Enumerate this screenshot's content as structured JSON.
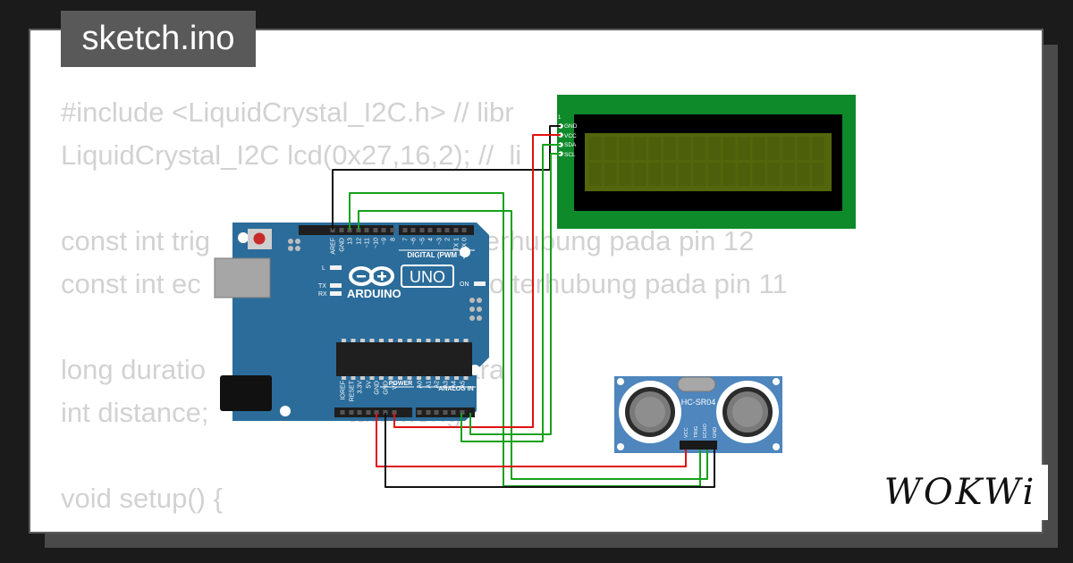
{
  "editor": {
    "file_tab": "sketch.ino",
    "code_lines": [
      "#include <LiquidCrystal_I2C.h> // libr",
      "LiquidCrystal_I2C lcd(0x27,16,2); //  li",
      "",
      "const int trig                   larasi trig terhubung pada pin 12",
      "const int ec                      larasi echo terhubung pada pin 11",
      "",
      "long duratio                     urasi suara",
      "int distance;                  tuk meng",
      "",
      "void setup() {",
      "  // ..."
    ]
  },
  "arduino": {
    "digital_label": "DIGITAL (PWM ~)",
    "model": "UNO",
    "brand": "ARDUINO",
    "on_label": "ON",
    "l_label": "L",
    "tx_label": "TX",
    "rx_label": "RX",
    "power_label": "POWER",
    "analog_label": "ANALOG IN",
    "top_pins": [
      "AREF",
      "GND",
      "13",
      "12",
      "~11",
      "~10",
      "~9",
      "8",
      "7",
      "~6",
      "~5",
      "4",
      "~3",
      "2",
      "TX 1",
      "RX 0"
    ],
    "bottom_pins": [
      "IOREF",
      "RESET",
      "3.3V",
      "5V",
      "GND",
      "GND",
      "Vin",
      "A0",
      "A1",
      "A2",
      "A3",
      "A4",
      "A5"
    ]
  },
  "lcd": {
    "pins": [
      "GND",
      "VCC",
      "SDA",
      "SCL"
    ],
    "pin_one": "1"
  },
  "sensor": {
    "model": "HC-SR04",
    "pins": [
      "VCC",
      "TRIG",
      "ECHO",
      "GND"
    ]
  },
  "brand_logo": "WOKWi",
  "colors": {
    "wire_black": "#111111",
    "wire_red": "#e01010",
    "wire_green": "#16a11a",
    "board_blue": "#2b6c9a",
    "lcd_pcb": "#0e8a2b",
    "lcd_screen": "#53660c",
    "sensor_blue": "#4e86bd"
  }
}
